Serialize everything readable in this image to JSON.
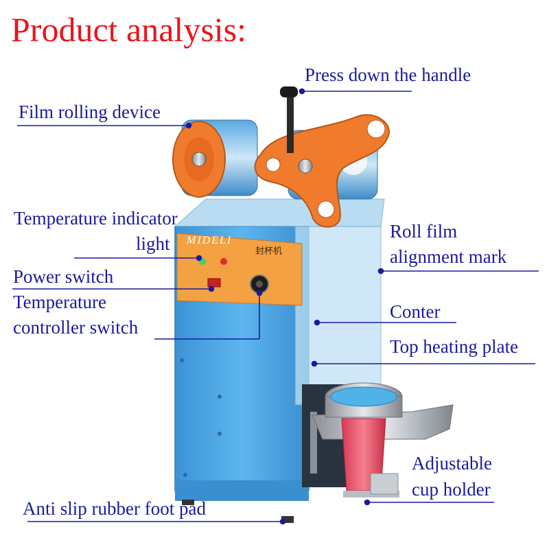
{
  "title": "Product analysis:",
  "brand": "MIDELI",
  "panel_name": "封杯机",
  "labels": {
    "press_handle": "Press down the handle",
    "film_rolling": "Film rolling device",
    "temp_indicator_1": "Temperature indicator",
    "temp_indicator_2": "light",
    "roll_film_1": "Roll film",
    "roll_film_2": "alignment mark",
    "power_switch": "Power switch",
    "temp_controller_1": "Temperature",
    "temp_controller_2": "controller switch",
    "conter": "Conter",
    "top_heating": "Top heating plate",
    "cup_holder_1": "Adjustable",
    "cup_holder_2": "cup holder",
    "foot_pad": "Anti slip rubber foot pad"
  },
  "colors": {
    "title": "#e8161b",
    "label": "#1a1a9e",
    "leader": "#1a1a9e",
    "body_blue": "#4aa6e6",
    "panel_orange": "#f3a143",
    "holder_orange": "#f07b2c",
    "cup_red": "#e8485c"
  }
}
